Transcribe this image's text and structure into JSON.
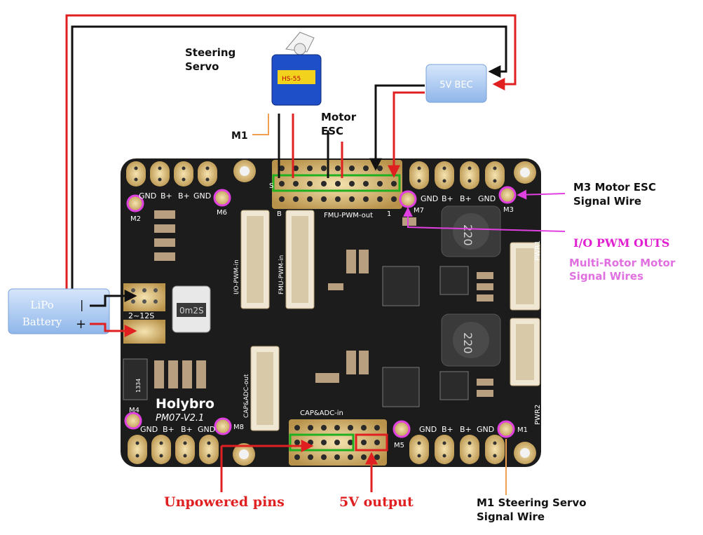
{
  "labels": {
    "steering_servo_line1": "Steering",
    "steering_servo_line2": "Servo",
    "servo_sticker": "HS-55",
    "m1_servo": "M1",
    "motor_esc_line1": "Motor",
    "motor_esc_line2": "ESC",
    "bec": "5V BEC",
    "lipo_line1": "LiPo",
    "lipo_line2": "Battery",
    "lipo_minus": "|",
    "lipo_plus": "+",
    "m3_line1": "M3 Motor ESC",
    "m3_line2": "Signal Wire",
    "io_pwm": "I/O PWM OUTS",
    "multirotor_line1": "Multi-Rotor Motor",
    "multirotor_line2": "Signal Wires",
    "unpowered": "Unpowered pins",
    "five_v_output": "5V output",
    "m1_steer_line1": "M1 Steering Servo",
    "m1_steer_line2": "Signal Wire"
  },
  "board": {
    "brand": "Holybro",
    "model": "PM07-V2.1",
    "fmu_pwm_out": "FMU-PWM-out",
    "io_pwm_in": "I/O-PWM-in",
    "fmu_pwm_in": "FMU-PWM-in",
    "cap_adc_in": "CAP&ADC-in",
    "cap_adc_out": "CAP&ADC-out",
    "battery_range": "2~12S",
    "pwr1": "PWR1",
    "pwr2": "PWR2",
    "inductor_top": "220",
    "inductor_mid": "220",
    "inductor_small": "0m2S",
    "pin_s": "S",
    "pin_b": "B",
    "pin_one": "1",
    "diode": "1334",
    "top_left_pads": {
      "gnd1": "GND",
      "bplus1": "B+",
      "bplus2": "B+",
      "gnd2": "GND"
    },
    "top_right_pads": {
      "gnd1": "GND",
      "bplus1": "B+",
      "bplus2": "B+",
      "gnd2": "GND"
    },
    "bottom_left_pads": {
      "gnd1": "GND",
      "bplus1": "B+",
      "bplus2": "B+",
      "gnd2": "GND"
    },
    "bottom_right_pads": {
      "gnd1": "GND",
      "bplus1": "B+",
      "bplus2": "B+",
      "gnd2": "GND"
    },
    "motor_pads": {
      "m1": "M1",
      "m2": "M2",
      "m3": "M3",
      "m4": "M4",
      "m5": "M5",
      "m6": "M6",
      "m7": "M7",
      "m8": "M8"
    }
  },
  "colors": {
    "power_wire": "#e02020",
    "ground_wire": "#111111",
    "signal_wire": "#f0a050",
    "highlight_pink": "#e040e0",
    "highlight_green": "#20b020",
    "highlight_red": "#e02020",
    "board": "#1a1a1a",
    "pad_gold": "#c8a35a",
    "box_blue": "#a8c8f0"
  }
}
